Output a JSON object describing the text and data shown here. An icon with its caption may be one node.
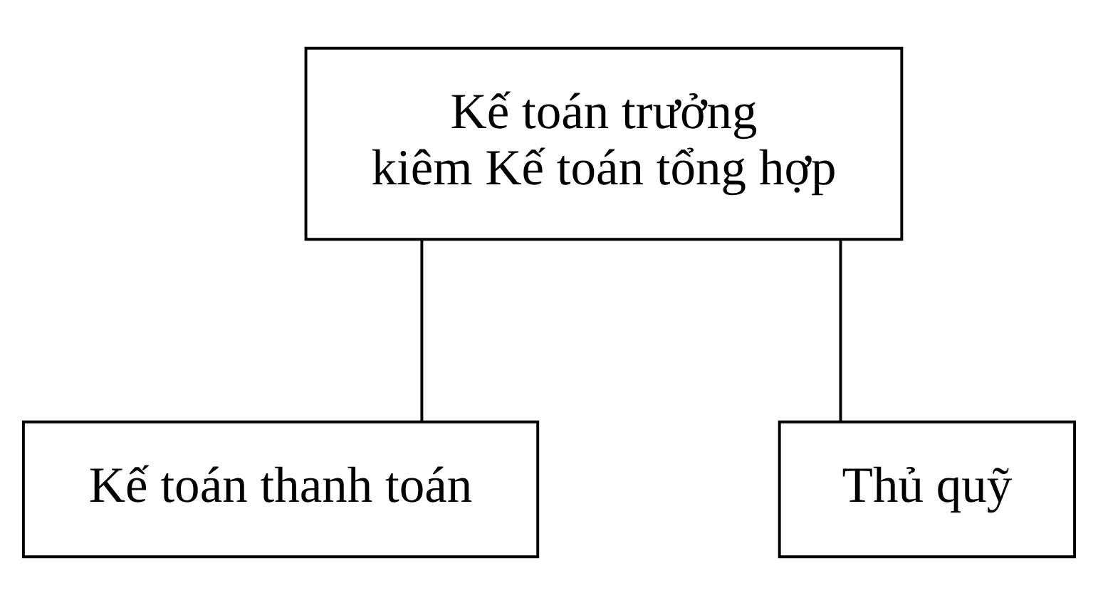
{
  "diagram": {
    "nodes": [
      {
        "text": [
          "Kế toán trưởng",
          "kiêm Kế toán tổng hợp"
        ]
      },
      {
        "text": [
          "Kế toán thanh toán"
        ]
      },
      {
        "text": [
          "Thủ quỹ"
        ]
      }
    ],
    "edges": [
      {
        "from": 0,
        "to": 1,
        "arrow": "none"
      },
      {
        "from": 0,
        "to": 2,
        "arrow": "none"
      }
    ]
  }
}
